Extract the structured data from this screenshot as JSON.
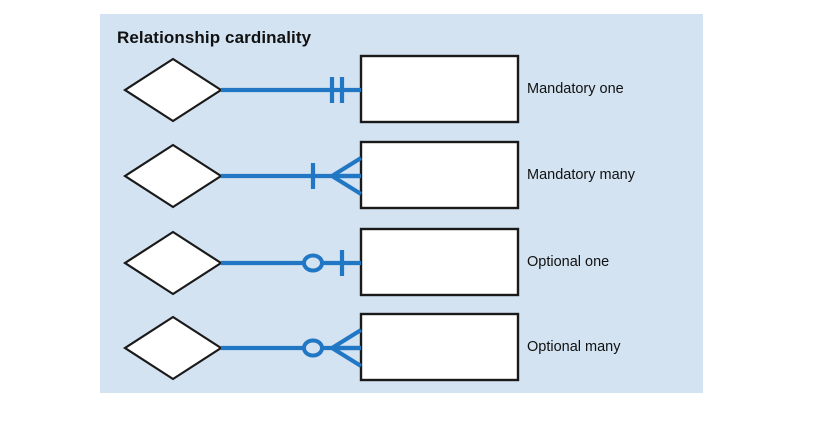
{
  "panel": {
    "title": "Relationship cardinality",
    "background_color": "#d3e3f2",
    "page_background_color": "#ffffff"
  },
  "style": {
    "connector_color": "#2277c4",
    "shape_stroke_color": "#1a1a1a",
    "shape_fill_color": "#ffffff",
    "text_color": "#111111"
  },
  "rows": [
    {
      "label": "Mandatory one",
      "near_symbol": "tick",
      "far_symbol": "tick",
      "notation": "one-and-only-one",
      "diamond": "relationship-diamond",
      "rectangle": "entity-rectangle"
    },
    {
      "label": "Mandatory many",
      "near_symbol": "tick",
      "far_symbol": "crowsfoot",
      "notation": "one-or-many",
      "diamond": "relationship-diamond",
      "rectangle": "entity-rectangle"
    },
    {
      "label": "Optional one",
      "near_symbol": "circle",
      "far_symbol": "tick",
      "notation": "zero-or-one",
      "diamond": "relationship-diamond",
      "rectangle": "entity-rectangle"
    },
    {
      "label": "Optional many",
      "near_symbol": "circle",
      "far_symbol": "crowsfoot",
      "notation": "zero-or-many",
      "diamond": "relationship-diamond",
      "rectangle": "entity-rectangle"
    }
  ]
}
